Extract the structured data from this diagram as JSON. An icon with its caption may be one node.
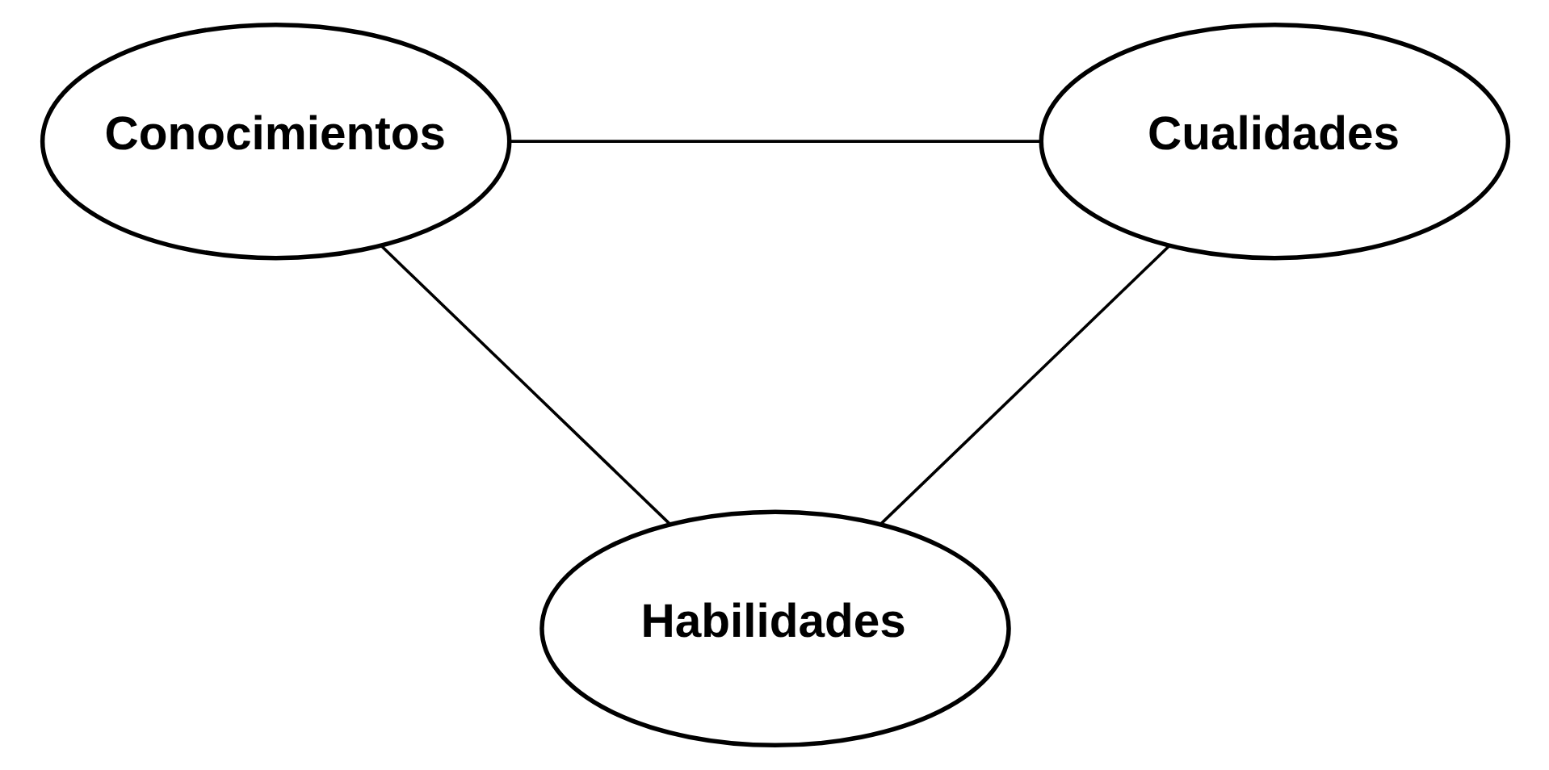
{
  "diagram": {
    "nodes": [
      {
        "text": [
          "Conocimientos"
        ]
      },
      {
        "text": [
          "Cualidades"
        ]
      },
      {
        "text": [
          "Habilidades"
        ]
      }
    ],
    "edges": [
      {
        "from": 0,
        "to": 1,
        "arrow": "none"
      },
      {
        "from": 0,
        "to": 2,
        "arrow": "none"
      },
      {
        "from": 2,
        "to": 1,
        "arrow": "none"
      }
    ]
  }
}
